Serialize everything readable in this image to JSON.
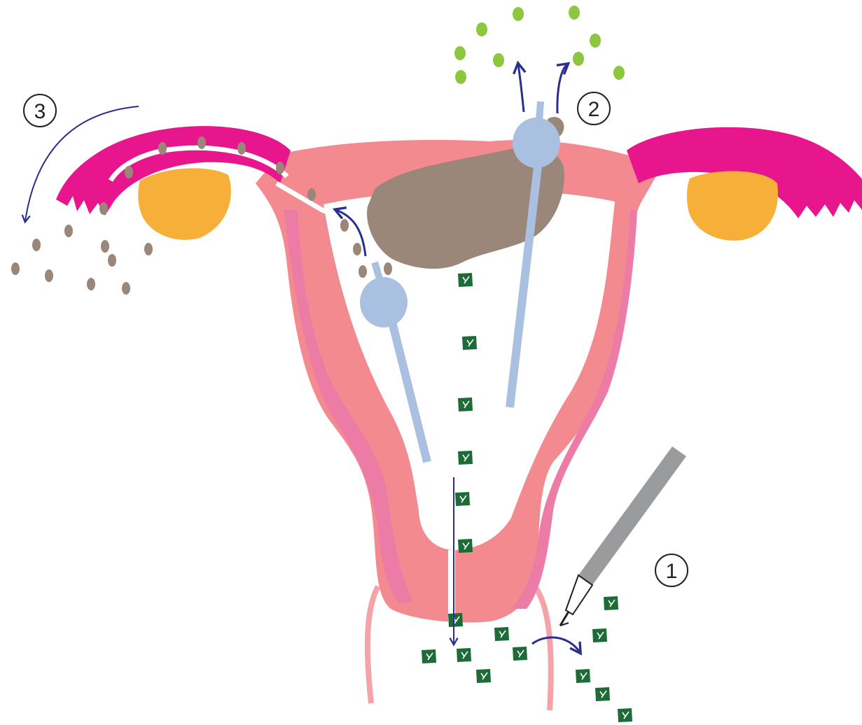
{
  "diagram": {
    "step_labels": {
      "step_1": "1",
      "step_2": "2",
      "step_3": "3"
    }
  },
  "colors": {
    "uterus_wall": "#F28A90",
    "uterus_inner_band": "#EC7BA6",
    "fallopian_tube": "#E8168C",
    "ovary": "#F6B03A",
    "catheter": "#A9C0E0",
    "brown_mass": "#9A877A",
    "green_particle_light": "#8DC63F",
    "green_particle_dark": "#1D6B36",
    "arrow": "#2B2E8C",
    "instrument": "#9A9B9D",
    "vaginal_canal": "#F4A3A8"
  }
}
